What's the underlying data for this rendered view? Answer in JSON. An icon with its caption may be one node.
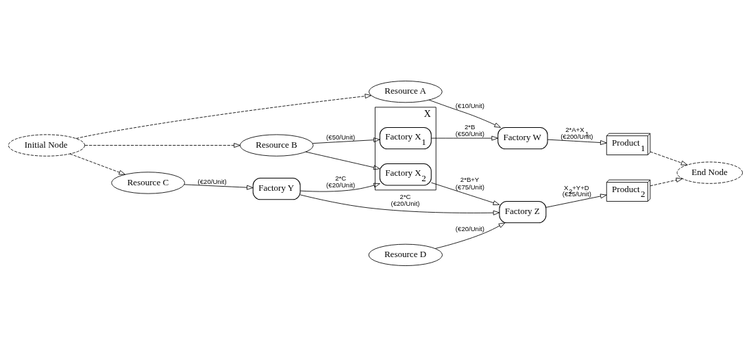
{
  "diagram": {
    "nodes": [
      {
        "text": [
          "Initial Node"
        ]
      },
      {
        "text": [
          "Resource A"
        ]
      },
      {
        "text": [
          "Resource B"
        ]
      },
      {
        "text": [
          "Resource C"
        ]
      },
      {
        "text": [
          "Factory W"
        ]
      },
      {
        "text": [
          "X"
        ]
      },
      {
        "text": [
          "Factory X$_{1}$"
        ],
        "in": 5
      },
      {
        "text": [
          "Factory X$_{2}$"
        ],
        "in": 5
      },
      {
        "text": [
          "Factory Y"
        ]
      },
      {
        "text": [
          "Resource D"
        ]
      },
      {
        "text": [
          "Factory Z"
        ]
      },
      {
        "text": [
          "Product$_{1}$"
        ]
      },
      {
        "text": [
          "Product$_{2}$"
        ]
      },
      {
        "text": [
          "End Node"
        ]
      }
    ],
    "edges": [
      {
        "from": 0,
        "to": 1,
        "arrow": "to",
        "style": "dashed"
      },
      {
        "from": 0,
        "to": 2,
        "arrow": "to",
        "style": "dashed"
      },
      {
        "from": 0,
        "to": 3,
        "arrow": "to",
        "style": "dashed"
      },
      {
        "from": 1,
        "to": 4,
        "arrow": "to",
        "label": "(€10/Unit)"
      },
      {
        "from": 2,
        "to": 6,
        "arrow": "to",
        "label": "(€50/Unit)"
      },
      {
        "from": 2,
        "to": 7,
        "arrow": "to"
      },
      {
        "from": 3,
        "to": 8,
        "arrow": "to",
        "label": "(€20/Unit)"
      },
      {
        "from": 6,
        "to": 4,
        "arrow": "to",
        "label": "2*B (€50/Unit)"
      },
      {
        "from": 8,
        "to": 7,
        "arrow": "to",
        "label": "2*C (€20/Unit)"
      },
      {
        "from": 7,
        "to": 10,
        "arrow": "to",
        "label": "2*B+Y (€75/Unit)"
      },
      {
        "from": 8,
        "to": 10,
        "arrow": "to",
        "label": "2*C (€20/Unit)"
      },
      {
        "from": 9,
        "to": 10,
        "arrow": "to",
        "label": "(€20/Unit)"
      },
      {
        "from": 4,
        "to": 11,
        "arrow": "to",
        "label": "2*A+X$_{1}$ (€200/Unit)"
      },
      {
        "from": 10,
        "to": 12,
        "arrow": "to",
        "label": "X$_{2}$+Y+D (€25/Unit)"
      },
      {
        "from": 11,
        "to": 13,
        "arrow": "to",
        "style": "dashed"
      },
      {
        "from": 12,
        "to": 13,
        "arrow": "to",
        "style": "dashed"
      }
    ]
  }
}
